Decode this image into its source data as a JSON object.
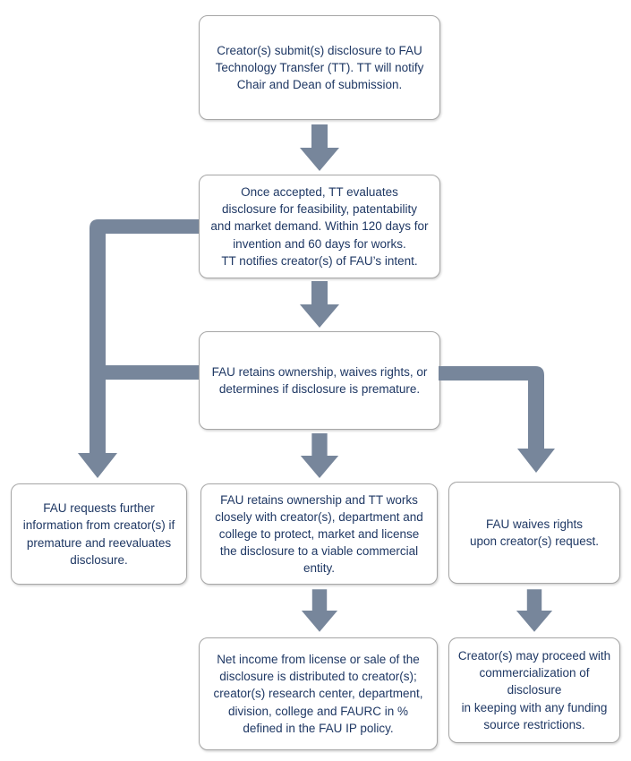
{
  "title": "FAU Technology Transfer disclosure process flowchart",
  "colors": {
    "arrow": "#77869B",
    "box_border": "#a6a6a6",
    "box_fill": "#ffffff",
    "text": "#1f3864"
  },
  "nodes": [
    {
      "id": "submit-disclosure",
      "text": "Creator(s) submit(s) disclosure to FAU\nTechnology Transfer (TT). TT will notify\nChair and Dean of submission."
    },
    {
      "id": "tt-evaluates",
      "text": "Once accepted, TT evaluates\ndisclosure for feasibility, patentability\nand market demand. Within 120 days for\ninvention and 60 days for works.\nTT notifies creator(s) of FAU’s intent."
    },
    {
      "id": "fau-decision",
      "text": "FAU retains ownership, waives rights, or\ndetermines if disclosure is premature."
    },
    {
      "id": "request-further-info",
      "text": "FAU requests further\ninformation from creator(s) if\npremature and reevaluates\ndisclosure."
    },
    {
      "id": "retain-ownership",
      "text": "FAU retains ownership and TT works\nclosely with creator(s), department and\ncollege to protect, market and license\nthe disclosure to a viable commercial entity."
    },
    {
      "id": "waive-rights",
      "text": "FAU waives rights\nupon creator(s) request."
    },
    {
      "id": "net-income",
      "text": "Net income from license or sale of the\ndisclosure is distributed to creator(s);\ncreator(s) research center, department,\ndivision, college and FAURC in %\ndefined in the FAU IP policy."
    },
    {
      "id": "creator-commercialization",
      "text": "Creator(s) may proceed with\ncommercialization of disclosure\nin keeping with any funding\nsource restrictions."
    }
  ]
}
